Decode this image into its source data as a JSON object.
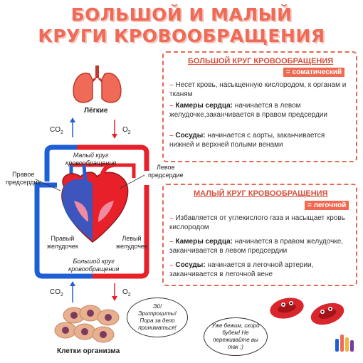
{
  "title_line1": "БОЛЬШОЙ И МАЛЫЙ",
  "title_line2": "КРУГИ КРОВООБРАЩЕНИЯ",
  "diagram": {
    "lungs": "Лёгкие",
    "cells": "Клетки организма",
    "co2_top": "CO",
    "o2_top": "O",
    "co2_bottom": "CO",
    "o2_bottom": "O",
    "sub2": "2",
    "small_circle_l1": "Малый круг",
    "small_circle_l2": "кровообращения",
    "big_circle_l1": "Большой круг",
    "big_circle_l2": "кровообращения",
    "right_atrium_l1": "Правое",
    "right_atrium_l2": "предсердие",
    "left_atrium_l1": "Левое",
    "left_atrium_l2": "предсердие",
    "right_ventricle_l1": "Правый",
    "right_ventricle_l2": "желудочек",
    "left_ventricle_l1": "Левый",
    "left_ventricle_l2": "желудочек"
  },
  "big_circle": {
    "title": "БОЛЬШОЙ КРУГ КРОВООБРАЩЕНИЯ",
    "tag": "= соматический",
    "item1_text": "Несет кровь, насыщенную кислородом, к органам и тканям",
    "item2_bold": "Камеры сердца:",
    "item2_text": " начинается в левом желудочке,заканчивается в правом предсердии",
    "item3_bold": "Сосуды:",
    "item3_text": " начинается с аорты, заканчивается нижней и верхней полыми венами"
  },
  "small_circle": {
    "title": "МАЛЫЙ КРУГ КРОВООБРАЩЕНИЯ",
    "tag": "= легочной",
    "item1_text": "Избавляется от углекислого газа и насыщает кровь кислородом",
    "item2_bold": "Камеры сердца:",
    "item2_text": " начинается в правом желудочке, заканчивается в левом предсердии",
    "item3_bold": "Сосуды:",
    "item3_text": " начинается в легочной артерии, заканчивается в легочной вене"
  },
  "bubbles": {
    "cells_speech": "Эй! Эритроциты! Пора за дело приниматься!",
    "rbc_speech": "Уже бежим, скоро будем! Не переживайте вы так :)"
  },
  "colors": {
    "accent": "#ef6b57",
    "arterial": "#e8202a",
    "venous": "#1e5fd6"
  }
}
